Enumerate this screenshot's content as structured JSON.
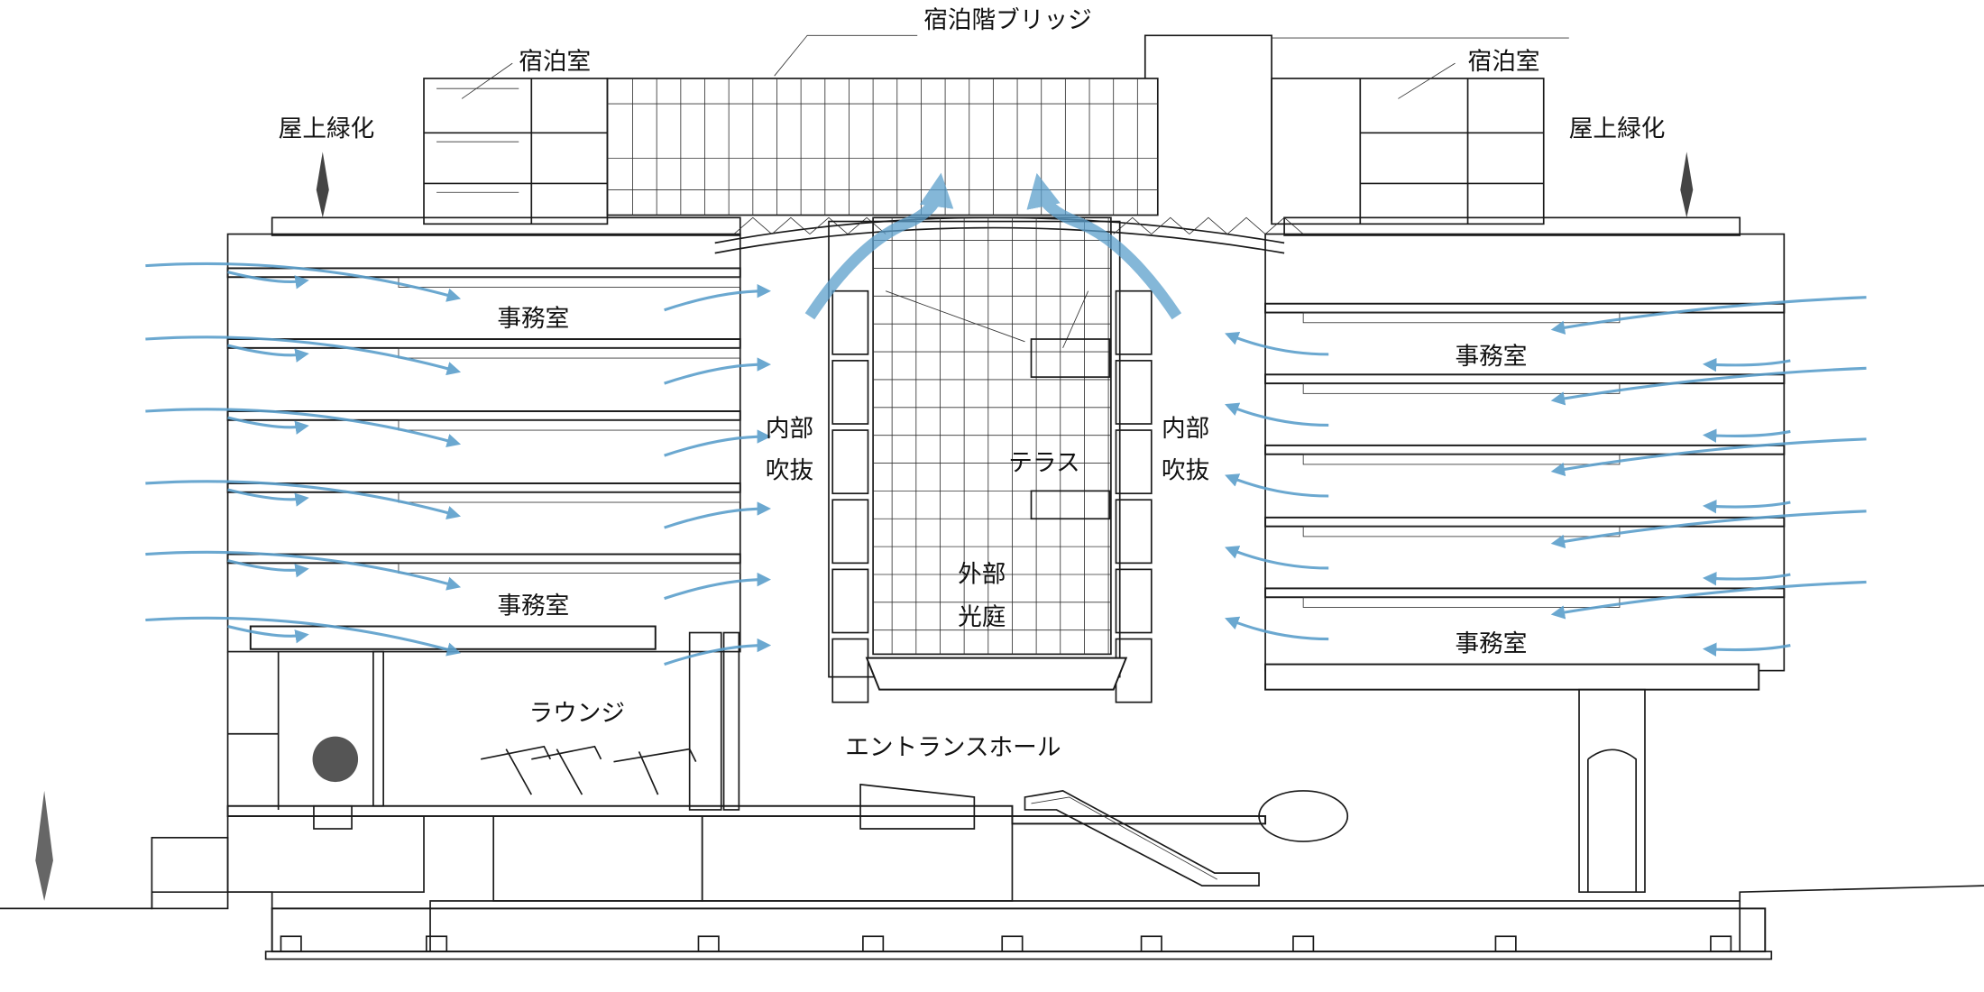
{
  "title": "宿泊階ブリッジ",
  "labels": {
    "guest_room_left": "宿泊室",
    "guest_room_right": "宿泊室",
    "roof_green_left": "屋上緑化",
    "roof_green_right": "屋上緑化",
    "office_left_top": "事務室",
    "office_left_bottom": "事務室",
    "office_right_top": "事務室",
    "office_right_bottom": "事務室",
    "inner_void_left_1": "内部",
    "inner_void_left_2": "吹抜",
    "inner_void_right_1": "内部",
    "inner_void_right_2": "吹抜",
    "terrace": "テラス",
    "outer_court_1": "外部",
    "outer_court_2": "光庭",
    "lounge": "ラウンジ",
    "entrance_hall": "エントランスホール"
  },
  "colors": {
    "airflow": "#5b9fcc",
    "line": "#1a1a1a"
  }
}
